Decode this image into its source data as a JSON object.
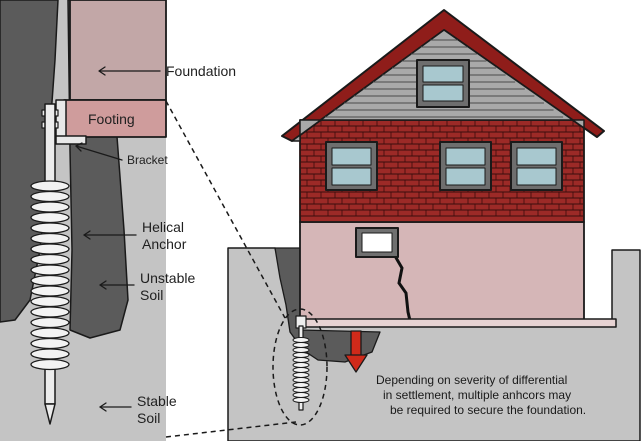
{
  "labels": {
    "foundation": "Foundation",
    "footing": "Footing",
    "bracket": "Bracket",
    "helical_anchor_line1": "Helical",
    "helical_anchor_line2": "Anchor",
    "unstable_soil_line1": "Unstable",
    "unstable_soil_line2": "Soil",
    "stable_soil_line1": "Stable",
    "stable_soil_line2": "Soil"
  },
  "note": {
    "line1": "Depending on severity of differential",
    "line2": "in settlement, multiple anhcors may",
    "line3": "be required to secure the foundation."
  },
  "colors": {
    "foundation_wall": "#c2a7a7",
    "footing": "#cf9c9c",
    "unstable_soil": "#5a5a5a",
    "stable_soil": "#bfbfbf",
    "brick": "#9c2a27",
    "roof": "#8f1d1a",
    "siding": "#a9a9a9",
    "window_glass": "#a8c8cf",
    "settlement_arrow": "#d02a1a"
  }
}
